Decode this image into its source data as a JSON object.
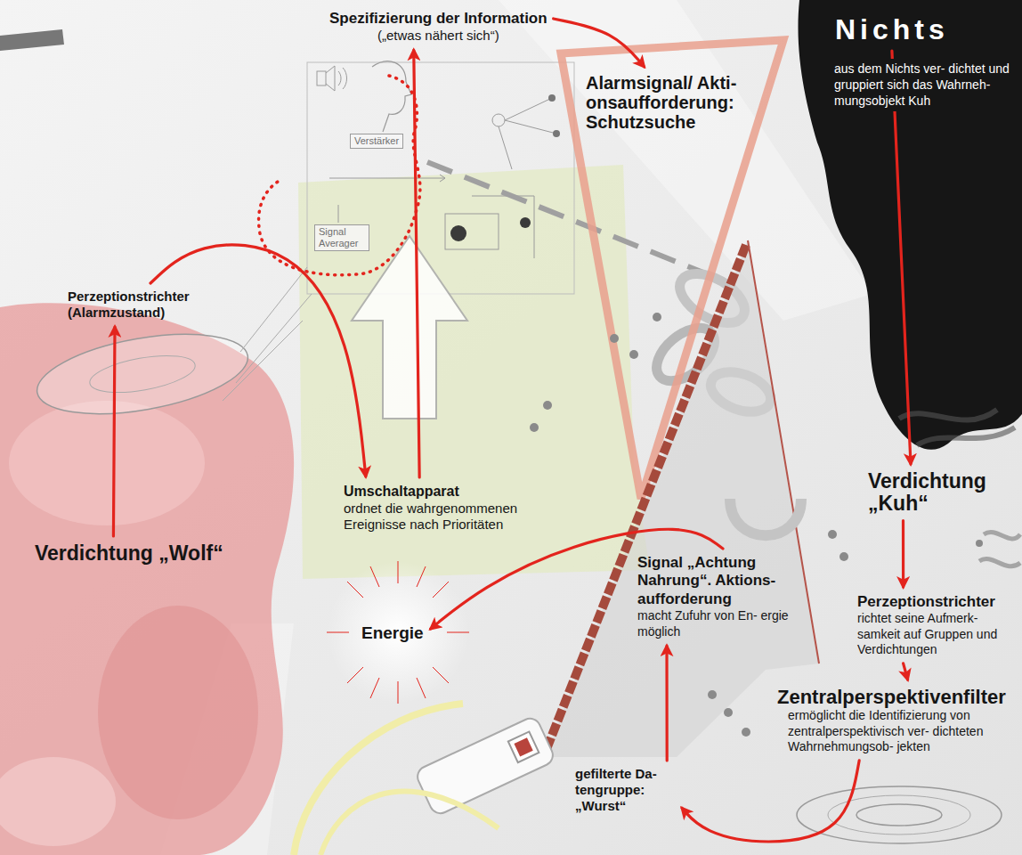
{
  "diagram": {
    "nodes": [
      {
        "text": [
          "Spezifizierung der Information",
          "(„etwas nähert sich“)"
        ]
      },
      {
        "text": [
          "Nichts"
        ]
      },
      {
        "text": [
          "Alarmsignal/ Akti- onsaufforderung: Schutzsuche"
        ]
      },
      {
        "text": [
          "Perzeptionstrichter (Alarmzustand)"
        ]
      },
      {
        "text": [
          "Umschaltapparat",
          "ordnet die wahrgenommenen Ereignisse nach Prioritäten"
        ]
      },
      {
        "text": [
          "Verdichtung „Kuh“"
        ]
      },
      {
        "text": [
          "Verdichtung „Wolf“"
        ]
      },
      {
        "text": [
          "Signal „Achtung Nahrung“. Aktions- aufforderung",
          "macht Zufuhr von En- ergie möglich"
        ]
      },
      {
        "text": [
          "Perzeptionstrichter",
          "richtet seine Aufmerk- samkeit auf Gruppen und Verdichtungen"
        ]
      },
      {
        "text": [
          "Energie"
        ]
      },
      {
        "text": [
          "Zentralperspektivenfilter",
          "ermöglicht die Identifizierung von zentralperspektivisch ver- dichteten Wahrnehmungsob- jekten"
        ]
      },
      {
        "text": [
          "gefilterte Da- tengruppe: „Wurst“"
        ]
      }
    ],
    "edges": [
      {
        "from": 1,
        "to": 5,
        "arrow": "to",
        "label": "aus dem Nichts ver- dichtet und gruppiert sich das Wahrneh- mungsobjekt Kuh"
      },
      {
        "from": 5,
        "to": 8,
        "arrow": "to"
      },
      {
        "from": 8,
        "to": 10,
        "arrow": "to"
      },
      {
        "from": 10,
        "to": 11,
        "arrow": "to"
      },
      {
        "from": 11,
        "to": 7,
        "arrow": "to"
      },
      {
        "from": 7,
        "to": 9,
        "arrow": "to"
      },
      {
        "from": 6,
        "to": 3,
        "arrow": "to"
      },
      {
        "from": 3,
        "to": 4,
        "arrow": "to"
      },
      {
        "from": 4,
        "to": 0,
        "arrow": "to"
      },
      {
        "from": 0,
        "to": 2,
        "arrow": "to"
      }
    ],
    "labels": [
      "Verstärker",
      "Signal Averager"
    ]
  }
}
